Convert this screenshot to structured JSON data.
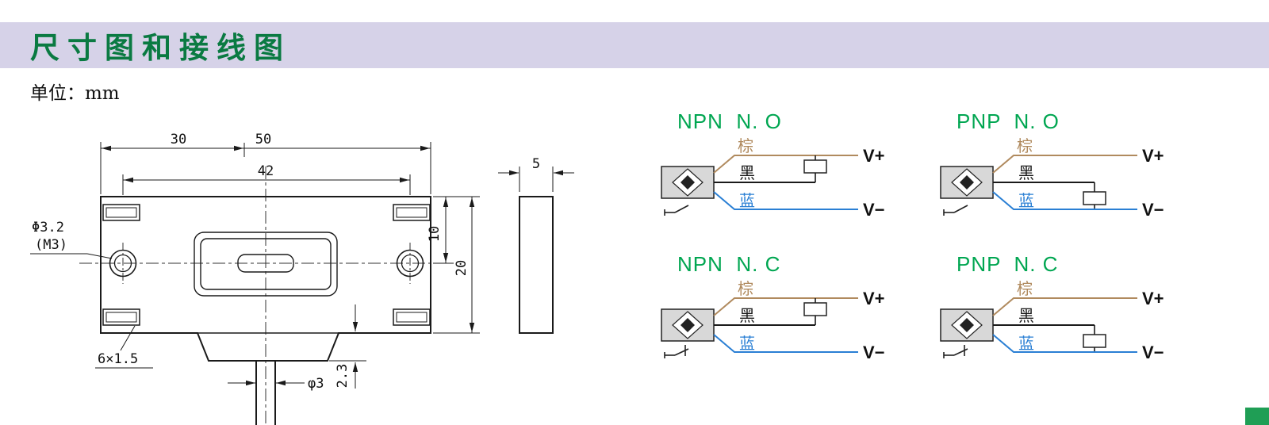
{
  "header": {
    "title": "尺寸图和接线图",
    "bar_color": "#d6d2e8",
    "title_color": "#0a7a42"
  },
  "unit_label": "单位：mm",
  "drawing": {
    "dims": {
      "d30": "30",
      "d50": "50",
      "d42": "42",
      "d5": "5",
      "d10": "10",
      "d20": "20",
      "hole_dia": "Φ3.2",
      "hole_thread": "(M3)",
      "slot": "6×1.5",
      "cable_dia": "φ3",
      "step": "2.3"
    }
  },
  "wiring": {
    "title_color": "#00a651",
    "wire_colors": {
      "brown": "#b08a5e",
      "black": "#1a1a1a",
      "blue": "#2a7fd4"
    },
    "diagrams": [
      {
        "type": "NPN",
        "contact": "N.O",
        "title": "NPN  N. O",
        "wires": {
          "brown": "棕",
          "black": "黑",
          "blue": "蓝"
        },
        "terminals": {
          "plus": "V+",
          "minus": "V−"
        }
      },
      {
        "type": "PNP",
        "contact": "N.O",
        "title": "PNP  N. O",
        "wires": {
          "brown": "棕",
          "black": "黑",
          "blue": "蓝"
        },
        "terminals": {
          "plus": "V+",
          "minus": "V−"
        }
      },
      {
        "type": "NPN",
        "contact": "N.C",
        "title": "NPN  N. C",
        "wires": {
          "brown": "棕",
          "black": "黑",
          "blue": "蓝"
        },
        "terminals": {
          "plus": "V+",
          "minus": "V−"
        }
      },
      {
        "type": "PNP",
        "contact": "N.C",
        "title": "PNP  N. C",
        "wires": {
          "brown": "棕",
          "black": "黑",
          "blue": "蓝"
        },
        "terminals": {
          "plus": "V+",
          "minus": "V−"
        }
      }
    ]
  },
  "accent_square_color": "#1f9e55"
}
